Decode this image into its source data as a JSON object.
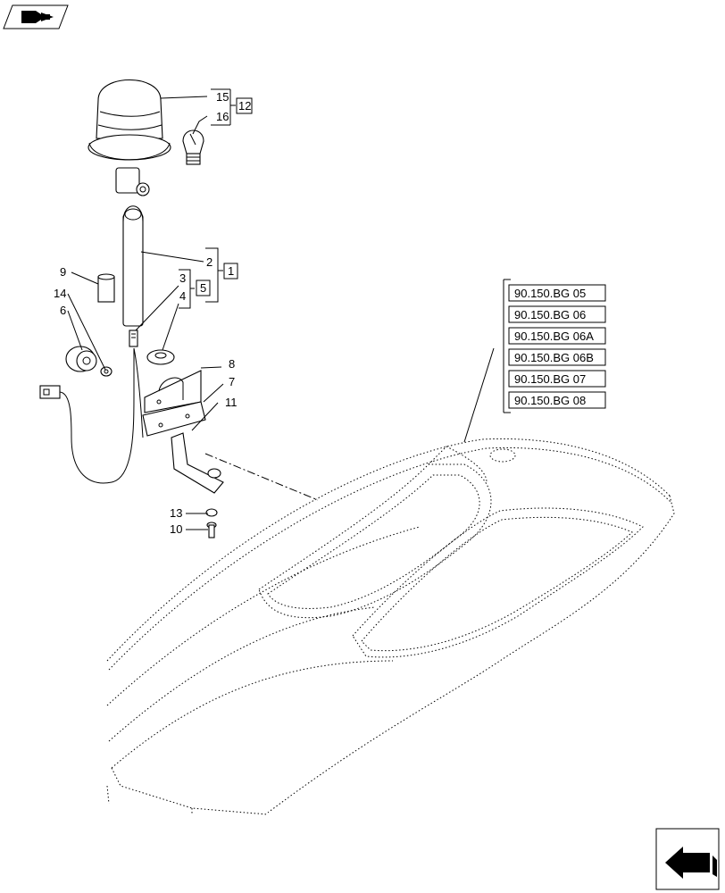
{
  "callouts": {
    "n1": "1",
    "n2": "2",
    "n3": "3",
    "n4": "4",
    "n5": "5",
    "n6": "6",
    "n7": "7",
    "n8": "8",
    "n9": "9",
    "n10": "10",
    "n11": "11",
    "n12": "12",
    "n13": "13",
    "n14": "14",
    "n15": "15",
    "n16": "16"
  },
  "references": [
    "90.150.BG 05",
    "90.150.BG 06",
    "90.150.BG 06A",
    "90.150.BG 06B",
    "90.150.BG 07",
    "90.150.BG 08"
  ],
  "icons": {
    "top_left": "next-page-arrow-icon",
    "bottom_right": "previous-page-arrow-icon"
  }
}
